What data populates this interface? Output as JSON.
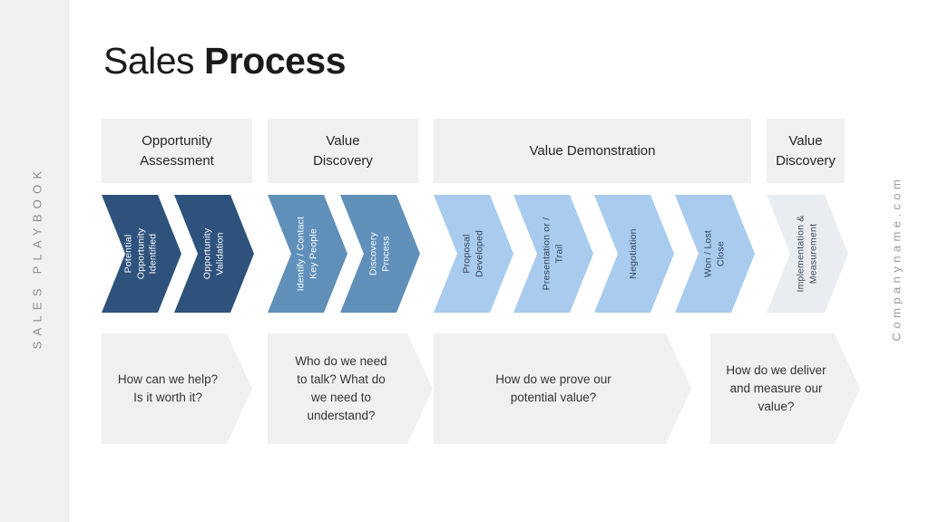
{
  "slide": {
    "left_vertical_text": "SALES PLAYBOOK",
    "right_vertical_text": "Companyname.com",
    "title": {
      "light": "Sales",
      "bold": "Process"
    }
  },
  "colors": {
    "navy": "#2e527c",
    "medium_blue": "#6090ba",
    "light_blue": "#a8cbee",
    "pale_blue": "#e9edf1",
    "panel_gray": "#f0f0f1",
    "sidebar_gray": "#f1f1f2"
  },
  "phases": [
    {
      "header": "Opportunity\nAssessment",
      "steps": [
        "Potential\nOpportunity\nIdentified",
        "Opportunity\nValidation"
      ],
      "question": "How can we help?\nIs it worth it?"
    },
    {
      "header": "Value\nDiscovery",
      "steps": [
        "Identify / Contact\nKey People",
        "Discovery\nProcess"
      ],
      "question": "Who do we need\nto talk? What do\nwe need to\nunderstand?"
    },
    {
      "header": "Value Demonstration",
      "steps": [
        "Proposal\nDeveloped",
        "Presentation or /\nTrail",
        "Negotiation",
        "Won / Lost\nClose"
      ],
      "question": "How do we prove our\npotential value?"
    },
    {
      "header": "Value\nDiscovery",
      "steps": [
        "Implementation &\nMeasurement"
      ],
      "question": "How do we deliver\nand measure our\nvalue?"
    }
  ]
}
